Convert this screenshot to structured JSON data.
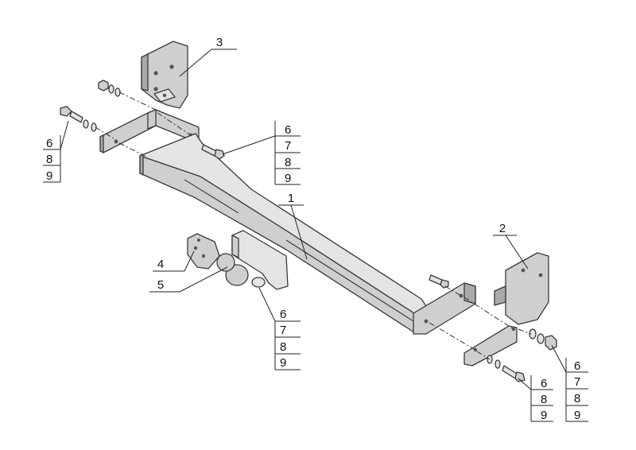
{
  "callouts": {
    "part_1": "1",
    "part_2": "2",
    "part_3": "3",
    "part_4": "4",
    "part_5": "5"
  },
  "fastener_stacks": {
    "top_left": [
      "6",
      "8",
      "9"
    ],
    "top_center": [
      "6",
      "7",
      "8",
      "9"
    ],
    "ball_mount": [
      "6",
      "7",
      "8",
      "9"
    ],
    "bottom_right_inner": [
      "6",
      "8",
      "9"
    ],
    "bottom_right_outer": [
      "6",
      "7",
      "8",
      "9"
    ]
  }
}
